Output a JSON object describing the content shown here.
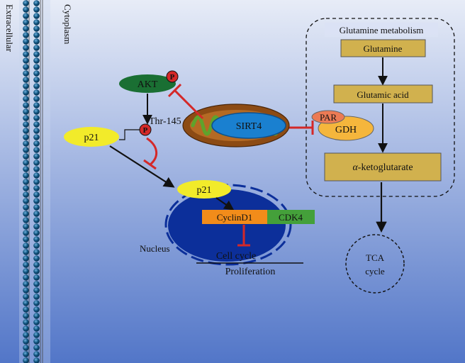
{
  "labels": {
    "extracellular": "Extracellular",
    "cytoplasm": "Cytoplasm",
    "glutamine_metabolism": "Glutamine metabolism",
    "glutamine": "Glutamine",
    "glutamic_acid": "Glutamic acid",
    "par": "PAR",
    "gdh": "GDH",
    "alpha_symbol": "α",
    "alpha_rest": "-ketoglutarate",
    "tca_line1": "TCA",
    "tca_line2": "cycle",
    "akt": "AKT",
    "phospho": "P",
    "thr145": "Thr-145",
    "sirt4": "SIRT4",
    "p21": "p21",
    "cyclind1": "CyclinD1",
    "cdk4": "CDK4",
    "nucleus": "Nucleus",
    "cell_cycle": "Cell cycle",
    "proliferation": "Proliferation"
  },
  "colors": {
    "background_top": "#e7ecf7",
    "background_bottom": "#5276c8",
    "membrane_bead": "#0d4f7a",
    "akt_green": "#1a6f33",
    "p21_yellow": "#f2eb2a",
    "phospho_red": "#d42828",
    "inhibition_red": "#d42828",
    "box_tan": "#d1b14e",
    "gdh_orange": "#f5b63c",
    "par_salmon": "#ec7b55",
    "sirt4_blue": "#1a80d0",
    "mito_outer": "#8c4b14",
    "mito_inner": "#5fa32c",
    "nucleus_blue": "#0c2f9a",
    "cyclind1_orange": "#f28c1a",
    "cdk4_green": "#44a03a"
  }
}
